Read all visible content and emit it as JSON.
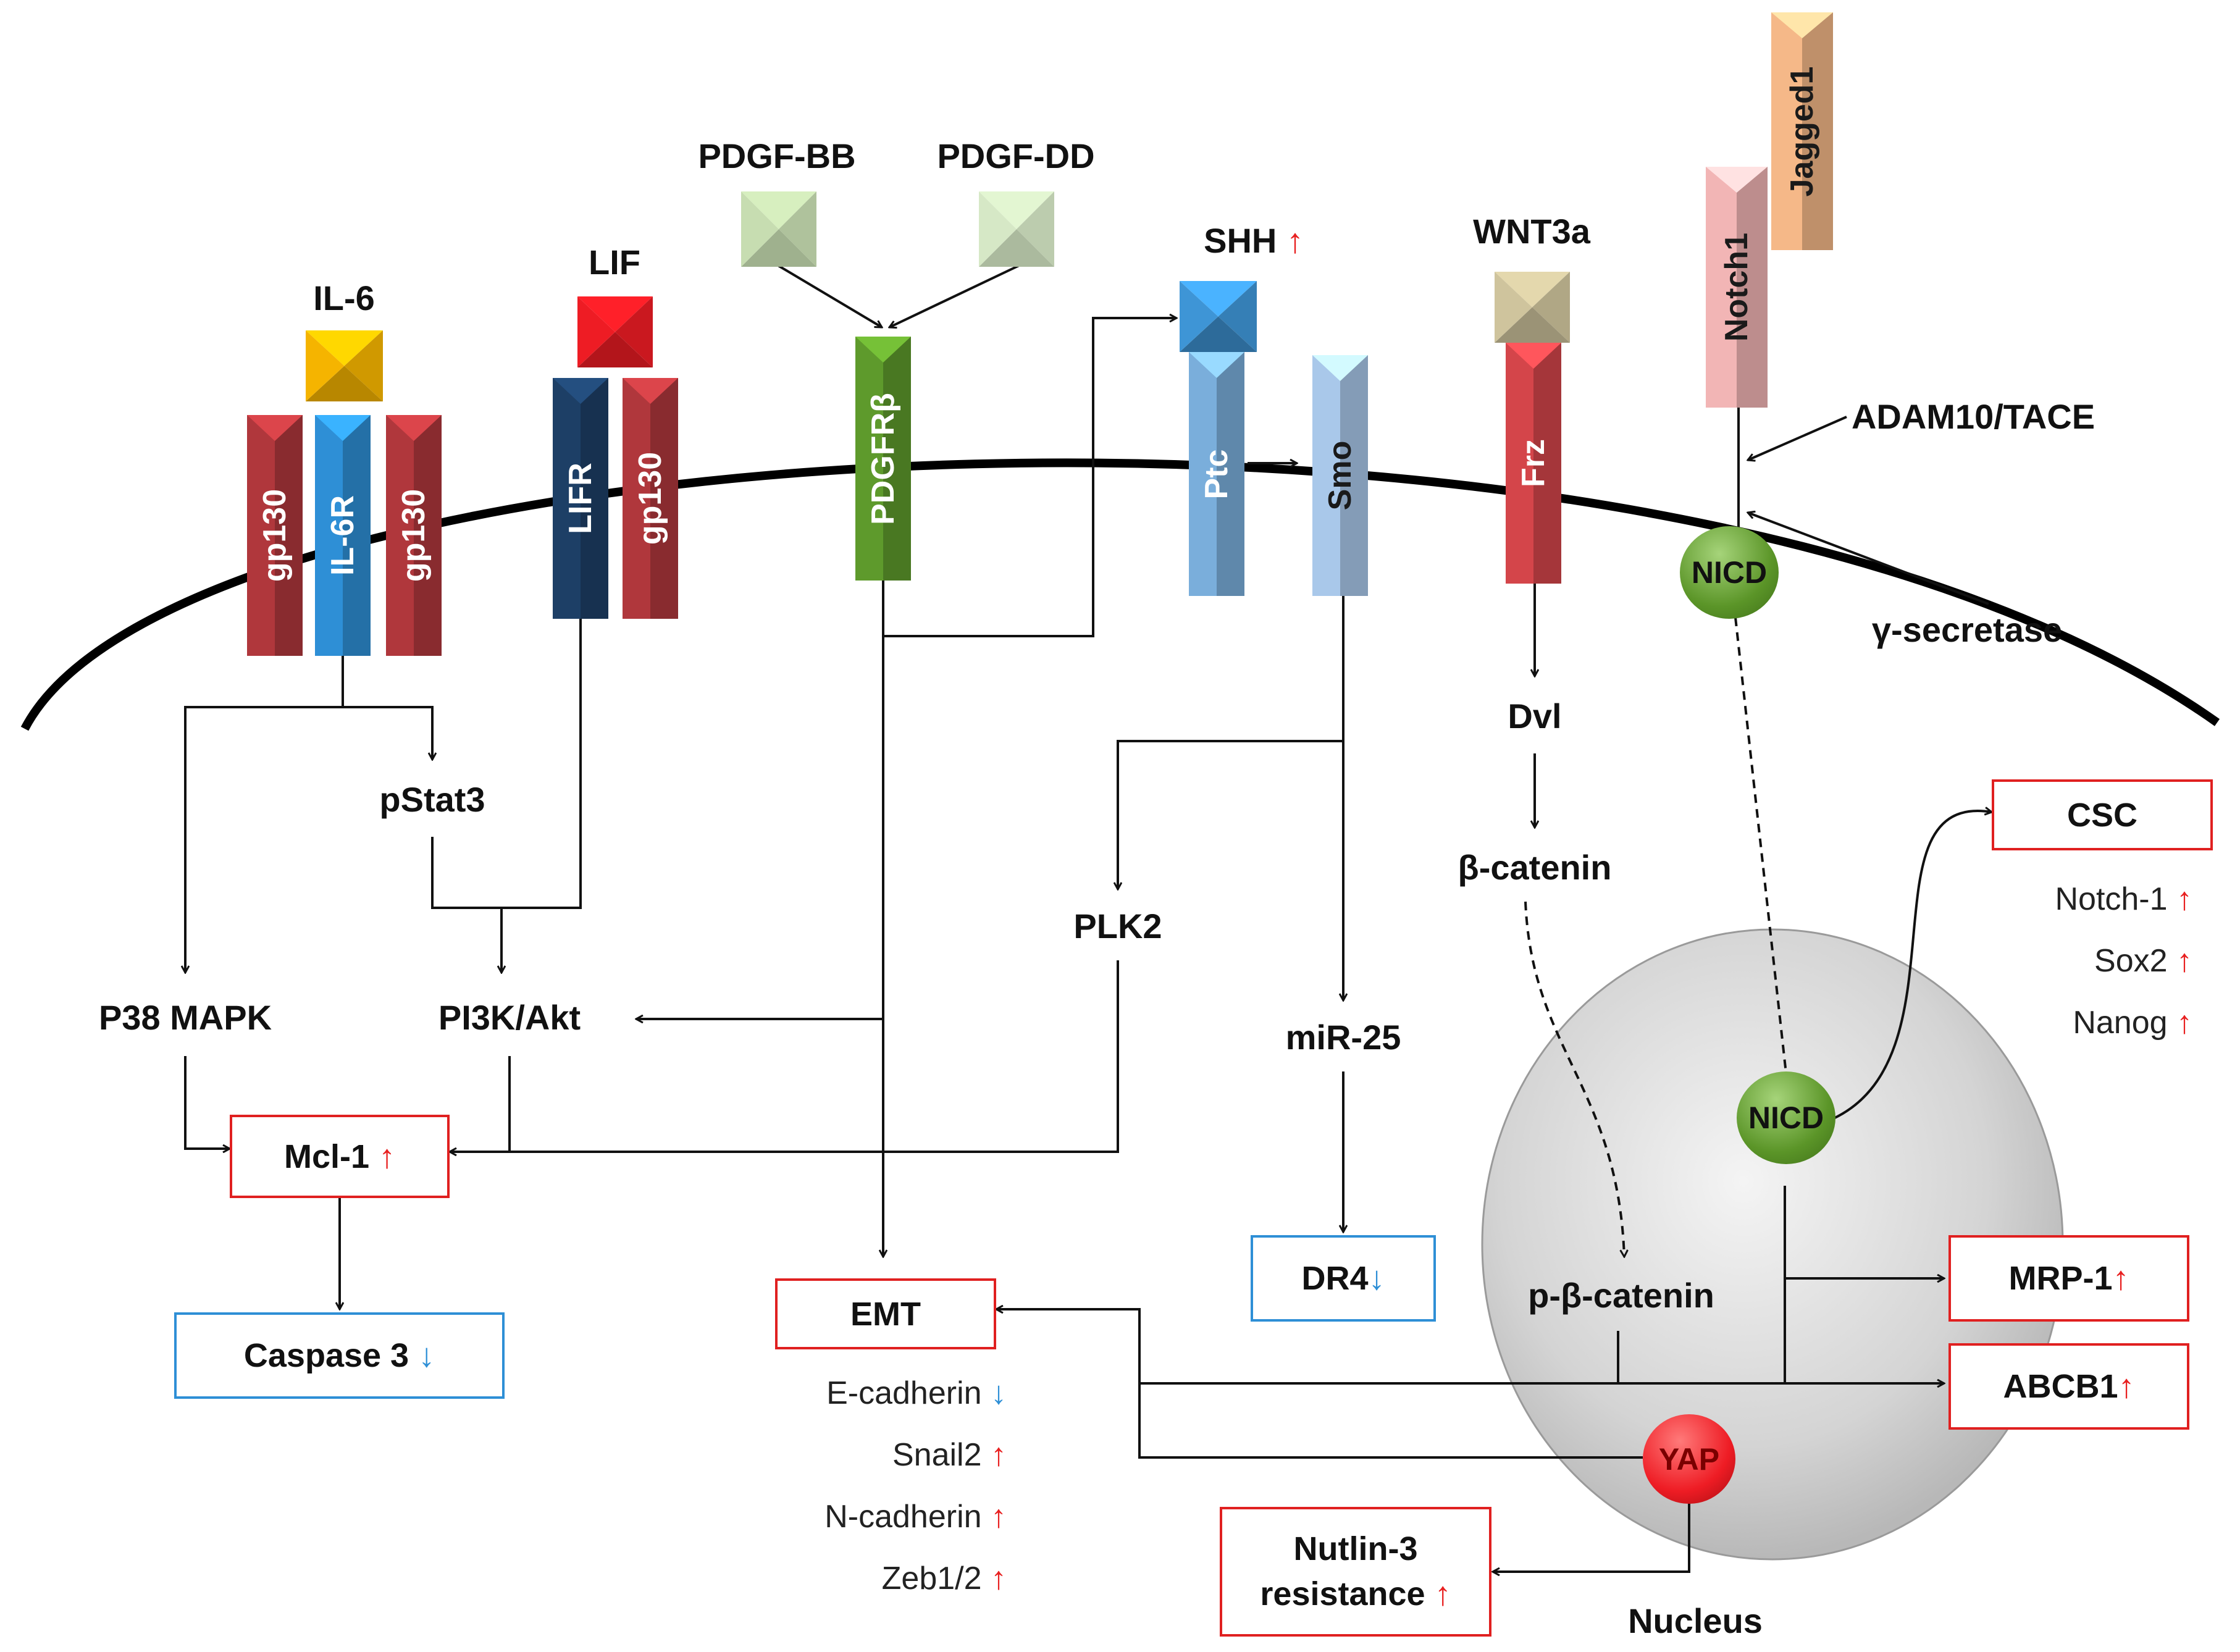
{
  "colors": {
    "gp130": "#b0373c",
    "il6r": "#2e8fd6",
    "lifr": "#1d3f66",
    "pdgfr": "#5e9a2c",
    "ptc": "#7aaedb",
    "smo": "#a9c8ea",
    "frz": "#d4454a",
    "notch1": "#f2b5b5",
    "jagged1": "#f5b888",
    "il6": "#f5b400",
    "lif": "#ee1c24",
    "pdgf_bb": "#c7ddb1",
    "pdgf_dd": "#d6e8c6",
    "shh": "#3e95d6",
    "wnt3a": "#cfc49d",
    "nicd": "#5b9528",
    "yap": "#ee1c24",
    "up_arrow": "#e82020",
    "down_arrow": "#2e8fd6",
    "box_red": "#e02020",
    "box_blue": "#2e8fd6"
  },
  "ligands": {
    "il6": "IL-6",
    "lif": "LIF",
    "pdgf_bb": "PDGF-BB",
    "pdgf_dd": "PDGF-DD",
    "shh": "SHH",
    "shh_arrow": "↑",
    "wnt3a": "WNT3a",
    "jagged1": "Jagged1"
  },
  "receptors": {
    "gp130_a": "gp130",
    "il6r": "IL-6R",
    "gp130_b": "gp130",
    "lifr": "LIFR",
    "gp130_c": "gp130",
    "pdgfr": "PDGFRβ",
    "ptc": "Ptc",
    "smo": "Smo",
    "frz": "Frz",
    "notch1": "Notch1"
  },
  "nodes": {
    "adam10": "ADAM10/TACE",
    "gamma_secretase": "γ-secretase",
    "nicd_membrane": "NICD",
    "nicd_nucleus": "NICD",
    "pstat3": "pStat3",
    "p38": "P38 MAPK",
    "pi3k": "PI3K/Akt",
    "plk2": "PLK2",
    "mir25": "miR-25",
    "dvl": "Dvl",
    "beta_catenin": "β-catenin",
    "p_beta_catenin": "p-β-catenin",
    "yap": "YAP",
    "nucleus": "Nucleus"
  },
  "boxes": {
    "mcl1": "Mcl-1",
    "mcl1_arrow": "↑",
    "caspase3": "Caspase 3",
    "caspase3_arrow": "↓",
    "emt": "EMT",
    "dr4": "DR4",
    "dr4_arrow": "↓",
    "csc": "CSC",
    "mrp1": "MRP-1",
    "mrp1_arrow": "↑",
    "abcb1": "ABCB1",
    "abcb1_arrow": "↑",
    "nutlin_line1": "Nutlin-3",
    "nutlin_line2": "resistance",
    "nutlin_arrow": "↑"
  },
  "emt_markers": [
    {
      "name": "E-cadherin",
      "arrow": "↓"
    },
    {
      "name": "Snail2",
      "arrow": "↑"
    },
    {
      "name": "N-cadherin",
      "arrow": "↑"
    },
    {
      "name": "Zeb1/2",
      "arrow": "↑"
    }
  ],
  "csc_markers": [
    {
      "name": "Notch-1",
      "arrow": "↑"
    },
    {
      "name": "Sox2",
      "arrow": "↑"
    },
    {
      "name": "Nanog",
      "arrow": "↑"
    }
  ]
}
